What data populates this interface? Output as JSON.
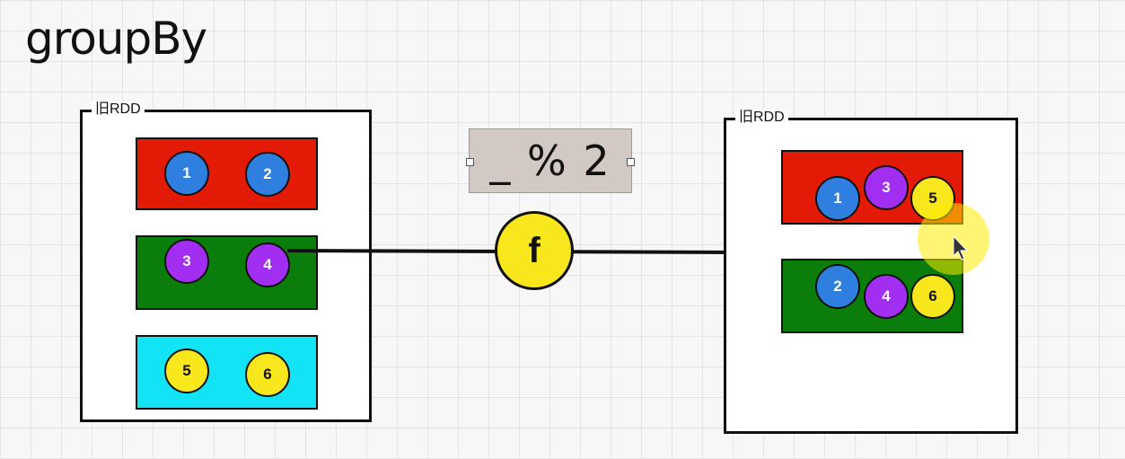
{
  "title": "groupBy",
  "left_rdd": {
    "label": "旧RDD",
    "partitions": [
      {
        "color": "#e31a06",
        "items": [
          "1",
          "2"
        ]
      },
      {
        "color": "#0a7d0a",
        "items": [
          "3",
          "4"
        ]
      },
      {
        "color": "#12e3f5",
        "items": [
          "5",
          "6"
        ]
      }
    ]
  },
  "right_rdd": {
    "label": "旧RDD",
    "groups": [
      {
        "color": "#e31a06",
        "items": [
          "1",
          "3",
          "5"
        ]
      },
      {
        "color": "#0a7d0a",
        "items": [
          "2",
          "4",
          "6"
        ]
      }
    ]
  },
  "formula": "_ % 2",
  "function_label": "f",
  "item_colors": {
    "1": "#2f7fe0",
    "2": "#2f7fe0",
    "3": "#a12ef0",
    "4": "#a12ef0",
    "5": "#f8e71c",
    "6": "#f8e71c"
  },
  "colors": {
    "function_fill": "#f8e71c",
    "formula_fill": "#d3c9c4",
    "cursor_highlight": "#ffeb00"
  },
  "icons": {
    "cursor": "mouse-pointer-icon",
    "arrow": "arrow-right-icon"
  }
}
